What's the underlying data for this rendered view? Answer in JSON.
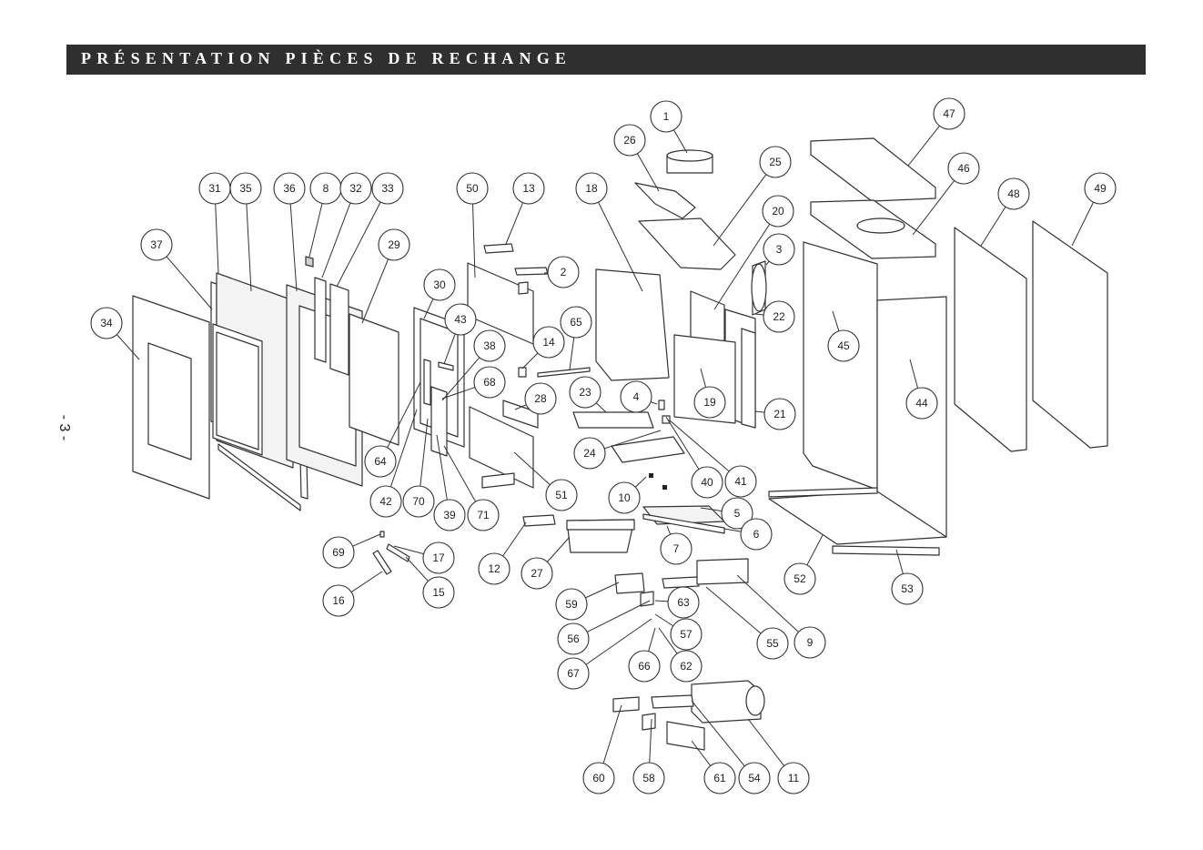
{
  "header": {
    "title": "PRÉSENTATION PIÈCES DE RECHANGE"
  },
  "page_number": "- 3 -",
  "diagram": {
    "callouts": [
      "1",
      "2",
      "3",
      "4",
      "5",
      "6",
      "7",
      "8",
      "9",
      "10",
      "11",
      "12",
      "13",
      "14",
      "15",
      "16",
      "17",
      "18",
      "19",
      "20",
      "21",
      "22",
      "23",
      "24",
      "25",
      "26",
      "27",
      "28",
      "29",
      "30",
      "31",
      "32",
      "33",
      "34",
      "35",
      "36",
      "37",
      "38",
      "39",
      "40",
      "41",
      "42",
      "43",
      "44",
      "45",
      "46",
      "47",
      "48",
      "49",
      "50",
      "51",
      "52",
      "53",
      "54",
      "55",
      "56",
      "57",
      "58",
      "59",
      "60",
      "61",
      "62",
      "63",
      "64",
      "65",
      "66",
      "67",
      "68",
      "69",
      "70",
      "71"
    ]
  }
}
